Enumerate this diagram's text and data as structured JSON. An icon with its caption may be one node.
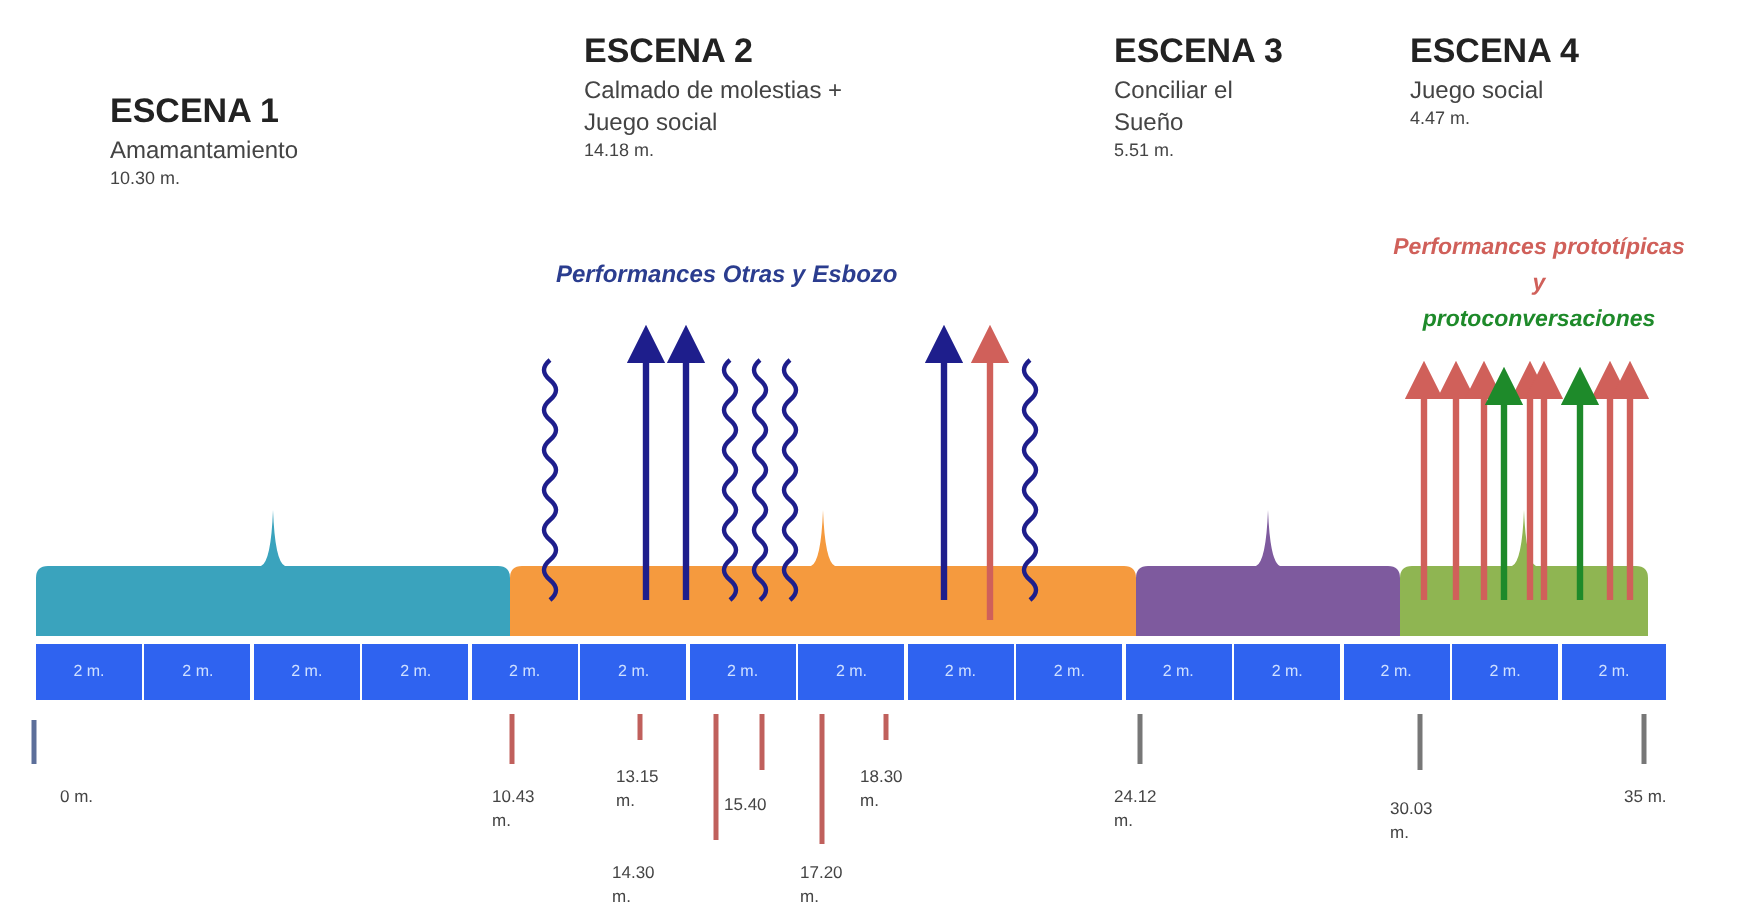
{
  "diagram": {
    "nodes": [
      {
        "text": [
          "ESCENA 1",
          "Amamantamiento",
          "10.30 m."
        ]
      },
      {
        "text": [
          "ESCENA 2",
          "Calmado de molestias + Juego social",
          "14.18 m."
        ]
      },
      {
        "text": [
          "ESCENA 3",
          "Conciliar el Sueño",
          "5.51 m."
        ]
      },
      {
        "text": [
          "ESCENA 4",
          "Juego social",
          "4.47 m."
        ]
      }
    ],
    "labels": [
      "Performances Otras y Esbozo",
      "Performances prototípicas",
      "y",
      "protoconversaciones",
      "2 m.",
      "2 m.",
      "2 m.",
      "2 m.",
      "2 m.",
      "2 m.",
      "2 m.",
      "2 m.",
      "2 m.",
      "2 m.",
      "2 m.",
      "2 m.",
      "2 m.",
      "2 m.",
      "2 m.",
      "0 m.",
      "10.43 m.",
      "13.15 m.",
      "14.30 m.",
      "15.40",
      "17.20 m.",
      "18.30 m.",
      "24.12 m.",
      "30.03 m.",
      "35 m."
    ]
  }
}
